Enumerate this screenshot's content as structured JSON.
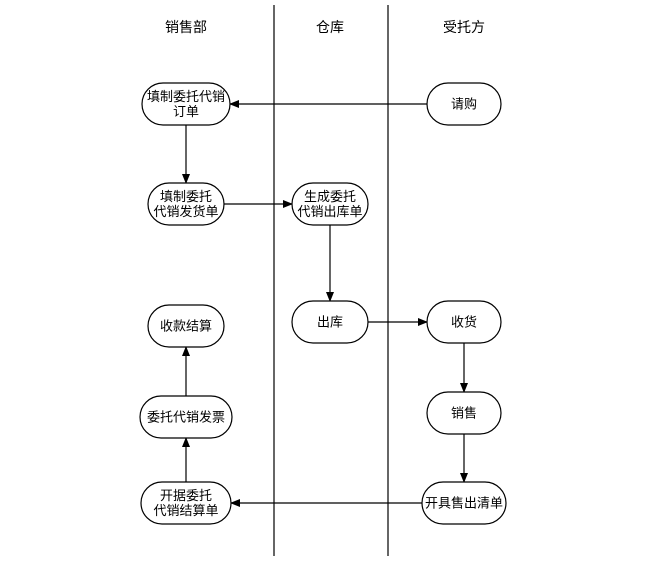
{
  "lanes": [
    {
      "id": "sales",
      "label": "销售部"
    },
    {
      "id": "warehouse",
      "label": "仓库"
    },
    {
      "id": "consignee",
      "label": "受托方"
    }
  ],
  "nodes": [
    {
      "id": "purchase_request",
      "lane": "consignee",
      "lines": [
        "请购"
      ]
    },
    {
      "id": "fill_order",
      "lane": "sales",
      "lines": [
        "填制委托代销",
        "订单"
      ]
    },
    {
      "id": "fill_delivery",
      "lane": "sales",
      "lines": [
        "填制委托",
        "代销发货单"
      ]
    },
    {
      "id": "gen_outbound",
      "lane": "warehouse",
      "lines": [
        "生成委托",
        "代销出库单"
      ]
    },
    {
      "id": "outbound",
      "lane": "warehouse",
      "lines": [
        "出库"
      ]
    },
    {
      "id": "receive_goods",
      "lane": "consignee",
      "lines": [
        "收货"
      ]
    },
    {
      "id": "sell",
      "lane": "consignee",
      "lines": [
        "销售"
      ]
    },
    {
      "id": "issue_sales_list",
      "lane": "consignee",
      "lines": [
        "开具售出清单"
      ]
    },
    {
      "id": "issue_settlement",
      "lane": "sales",
      "lines": [
        "开据委托",
        "代销结算单"
      ]
    },
    {
      "id": "consign_invoice",
      "lane": "sales",
      "lines": [
        "委托代销发票"
      ]
    },
    {
      "id": "collect_settle",
      "lane": "sales",
      "lines": [
        "收款结算"
      ]
    }
  ],
  "edges": [
    {
      "from": "purchase_request",
      "to": "fill_order"
    },
    {
      "from": "fill_order",
      "to": "fill_delivery"
    },
    {
      "from": "fill_delivery",
      "to": "gen_outbound"
    },
    {
      "from": "gen_outbound",
      "to": "outbound"
    },
    {
      "from": "outbound",
      "to": "receive_goods"
    },
    {
      "from": "receive_goods",
      "to": "sell"
    },
    {
      "from": "sell",
      "to": "issue_sales_list"
    },
    {
      "from": "issue_sales_list",
      "to": "issue_settlement"
    },
    {
      "from": "issue_settlement",
      "to": "consign_invoice"
    },
    {
      "from": "consign_invoice",
      "to": "collect_settle"
    }
  ]
}
